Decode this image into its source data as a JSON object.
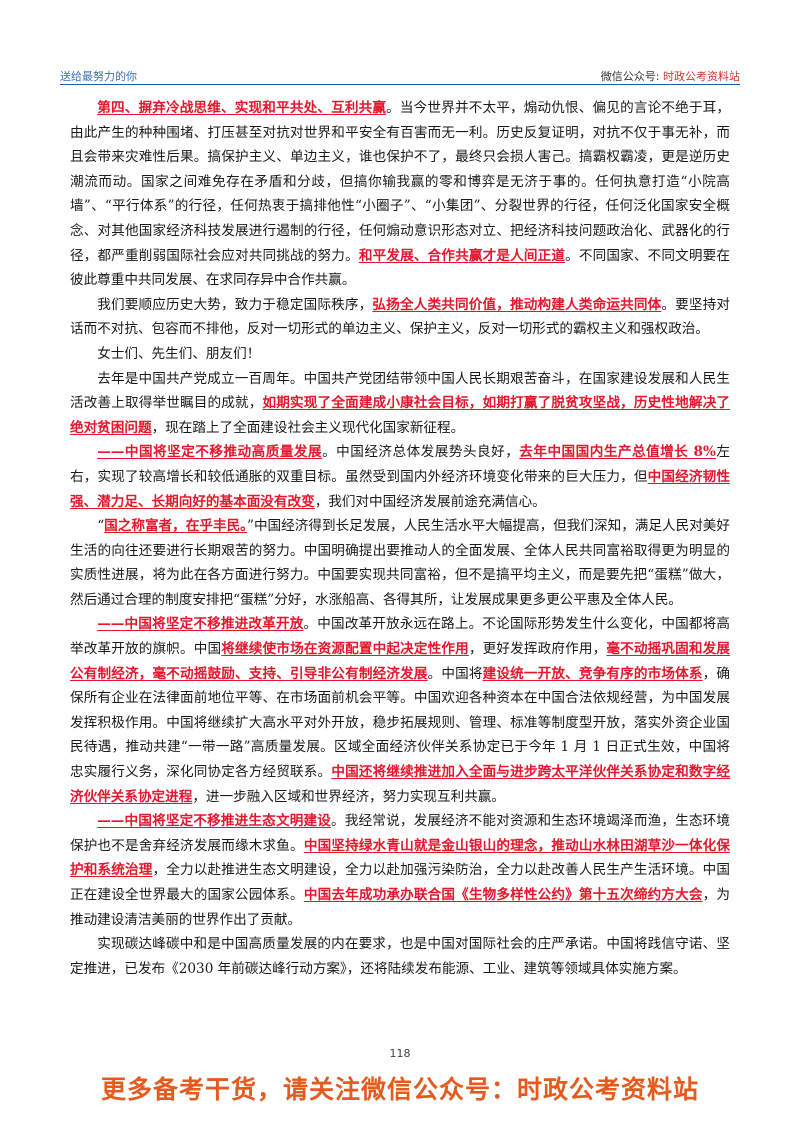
{
  "header": {
    "left": "送给最努力的你",
    "right_label": "微信公众号: ",
    "right_account": "时政公考资料站"
  },
  "paragraphs": [
    [
      {
        "t": "第四、摒弃冷战思维、实现和平共处、互利共赢",
        "h": true
      },
      {
        "t": "。当今世界并不太平，煽动仇恨、偏见的言论不绝于耳，由此产生的种种围堵、打压甚至对抗对世界和平安全有百害而无一利。历史反复证明，对抗不仅于事无补，而且会带来灾难性后果。搞保护主义、单边主义，谁也保护不了，最终只会损人害己。搞霸权霸凌，更是逆历史潮流而动。国家之间难免存在矛盾和分歧，但搞你输我赢的零和博弈是无济于事的。任何执意打造“小院高墙”、“平行体系”的行径，任何热衷于搞排他性“小圈子”、“小集团”、分裂世界的行径，任何泛化国家安全概念、对其他国家经济科技发展进行遏制的行径，任何煽动意识形态对立、把经济科技问题政治化、武器化的行径，都严重削弱国际社会应对共同挑战的努力。"
      },
      {
        "t": "和平发展、合作共赢才是人间正道",
        "h": true
      },
      {
        "t": "。不同国家、不同文明要在彼此尊重中共同发展、在求同存异中合作共赢。"
      }
    ],
    [
      {
        "t": "我们要顺应历史大势，致力于稳定国际秩序，"
      },
      {
        "t": "弘扬全人类共同价值，推动构建人类命运共同体",
        "h": true
      },
      {
        "t": "。要坚持对话而不对抗、包容而不排他，反对一切形式的单边主义、保护主义，反对一切形式的霸权主义和强权政治。"
      }
    ],
    [
      {
        "t": "女士们、先生们、朋友们！"
      }
    ],
    [
      {
        "t": "去年是中国共产党成立一百周年。中国共产党团结带领中国人民长期艰苦奋斗，在国家建设发展和人民生活改善上取得举世瞩目的成就，"
      },
      {
        "t": "如期实现了全面建成小康社会目标，如期打赢了脱贫攻坚战，历史性地解决了绝对贫困问题",
        "h": true
      },
      {
        "t": "，现在踏上了全面建设社会主义现代化国家新征程。"
      }
    ],
    [
      {
        "t": "——中国将坚定不移推动高质量发展",
        "h": true
      },
      {
        "t": "。中国经济总体发展势头良好，"
      },
      {
        "t": "去年中国国内生产总值增长 8%",
        "h": true
      },
      {
        "t": "左右，实现了较高增长和较低通胀的双重目标。虽然受到国内外经济环境变化带来的巨大压力，但"
      },
      {
        "t": "中国经济韧性强、潜力足、长期向好的基本面没有改变",
        "h": true
      },
      {
        "t": "，我们对中国经济发展前途充满信心。"
      }
    ],
    [
      {
        "t": "“"
      },
      {
        "t": "国之称富者，在乎丰民。",
        "h": true
      },
      {
        "t": "”中国经济得到长足发展，人民生活水平大幅提高，但我们深知，满足人民对美好生活的向往还要进行长期艰苦的努力。中国明确提出要推动人的全面发展、全体人民共同富裕取得更为明显的实质性进展，将为此在各方面进行努力。中国要实现共同富裕，但不是搞平均主义，而是要先把“蛋糕”做大，然后通过合理的制度安排把“蛋糕”分好，水涨船高、各得其所，让发展成果更多更公平惠及全体人民。"
      }
    ],
    [
      {
        "t": "——中国将坚定不移推进改革开放",
        "h": true
      },
      {
        "t": "。中国改革开放永远在路上。不论国际形势发生什么变化，中国都将高举改革开放的旗帜。中国"
      },
      {
        "t": "将继续使市场在资源配置中起决定性作用",
        "h": true
      },
      {
        "t": "，更好发挥政府作用，"
      },
      {
        "t": "毫不动摇巩固和发展公有制经济，毫不动摇鼓励、支持、引导非公有制经济发展",
        "h": true
      },
      {
        "t": "。中国将"
      },
      {
        "t": "建设统一开放、竞争有序的市场体系",
        "h": true
      },
      {
        "t": "，确保所有企业在法律面前地位平等、在市场面前机会平等。中国欢迎各种资本在中国合法依规经营，为中国发展发挥积极作用。中国将继续扩大高水平对外开放，稳步拓展规则、管理、标准等制度型开放，落实外资企业国民待遇，推动共建“一带一路”高质量发展。区域全面经济伙伴关系协定已于今年 1 月 1 日正式生效，中国将忠实履行义务，深化同协定各方经贸联系。"
      },
      {
        "t": "中国还将继续推进加入全面与进步跨太平洋伙伴关系协定和数字经济伙伴关系协定进程",
        "h": true
      },
      {
        "t": "，进一步融入区域和世界经济，努力实现互利共赢。"
      }
    ],
    [
      {
        "t": "——中国将坚定不移推进生态文明建设",
        "h": true
      },
      {
        "t": "。我经常说，发展经济不能对资源和生态环境竭泽而渔，生态环境保护也不是舍弃经济发展而缘木求鱼。"
      },
      {
        "t": "中国坚持绿水青山就是金山银山的理念，推动山水林田湖草沙一体化保护和系统治理",
        "h": true
      },
      {
        "t": "，全力以赴推进生态文明建设，全力以赴加强污染防治，全力以赴改善人民生产生活环境。中国正在建设全世界最大的国家公园体系。"
      },
      {
        "t": "中国去年成功承办联合国《生物多样性公约》第十五次缔约方大会",
        "h": true
      },
      {
        "t": "，为推动建设清洁美丽的世界作出了贡献。"
      }
    ],
    [
      {
        "t": "实现碳达峰碳中和是中国高质量发展的内在要求，也是中国对国际社会的庄严承诺。中国将践信守诺、坚定推进，已发布《2030 年前碳达峰行动方案》，还将陆续发布能源、工业、建筑等领域具体实施方案。"
      }
    ]
  ],
  "page_number": "118",
  "footer": "更多备考干货，请关注微信公众号：时政公考资料站",
  "colors": {
    "highlight": "#e6162d",
    "header_rule": "#1f5fa8",
    "footer": "#e65a1e"
  }
}
